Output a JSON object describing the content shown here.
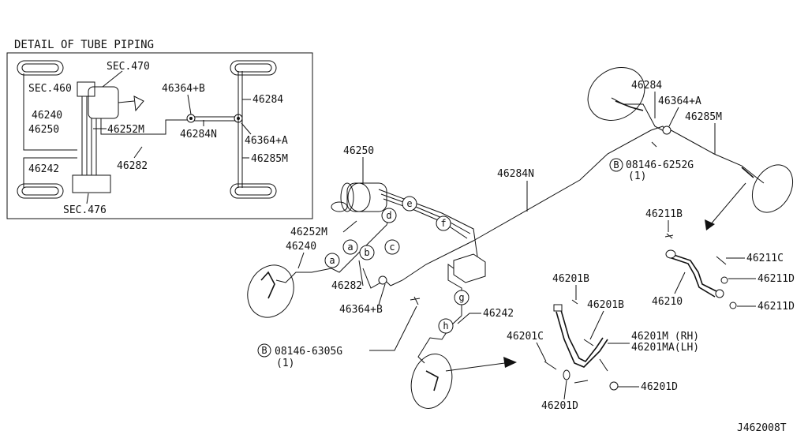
{
  "detail": {
    "title": "DETAIL OF TUBE PIPING",
    "labels": {
      "sec470": "SEC.470",
      "sec460": "SEC.460",
      "p46240": "46240",
      "p46250": "46250",
      "p46252m": "46252M",
      "p46242": "46242",
      "p46282": "46282",
      "sec476": "SEC.476",
      "p46364b": "46364+B",
      "p46284n": "46284N",
      "p46284": "46284",
      "p46364a": "46364+A",
      "p46285m": "46285M"
    }
  },
  "main": {
    "labels": {
      "p46284": "46284",
      "p46364a": "46364+A",
      "p46285m": "46285M",
      "bolt_b1": "08146-6252G",
      "bolt_b1_qty": "(1)",
      "p46284n": "46284N",
      "p46250": "46250",
      "p46252m": "46252M",
      "p46240": "46240",
      "p46282": "46282",
      "p46364b": "46364+B",
      "bolt_b2": "08146-6305G",
      "bolt_b2_qty": "(1)",
      "p46242": "46242",
      "p46211b": "46211B",
      "p46211c": "46211C",
      "p46211d_1": "46211D",
      "p46211d_2": "46211D",
      "p46210": "46210",
      "p46201b_1": "46201B",
      "p46201b_2": "46201B",
      "p46201c": "46201C",
      "p46201m": "46201M (RH)",
      "p46201ma": "46201MA(LH)",
      "p46201d_1": "46201D",
      "p46201d_2": "46201D"
    },
    "callouts": [
      "a",
      "b",
      "c",
      "d",
      "e",
      "f",
      "g",
      "h"
    ],
    "bolt_letter": "B"
  },
  "footer": {
    "code": "J462008T"
  }
}
